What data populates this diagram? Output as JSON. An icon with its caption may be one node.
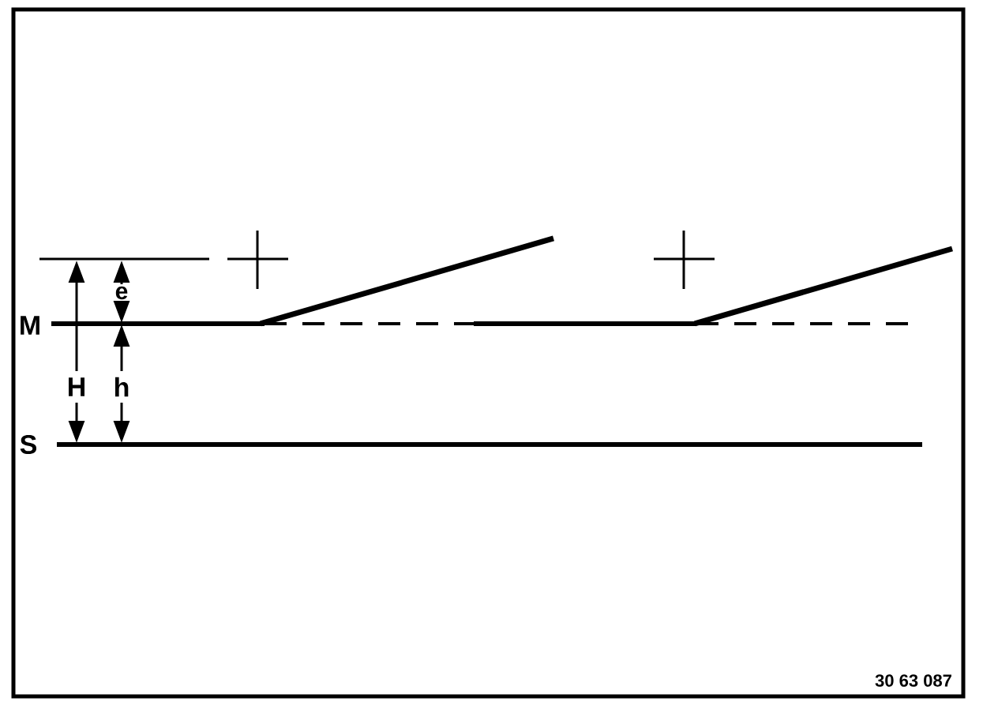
{
  "diagram": {
    "labels": [
      "e",
      "M",
      "H",
      "h",
      "S",
      "30 63 087"
    ]
  }
}
